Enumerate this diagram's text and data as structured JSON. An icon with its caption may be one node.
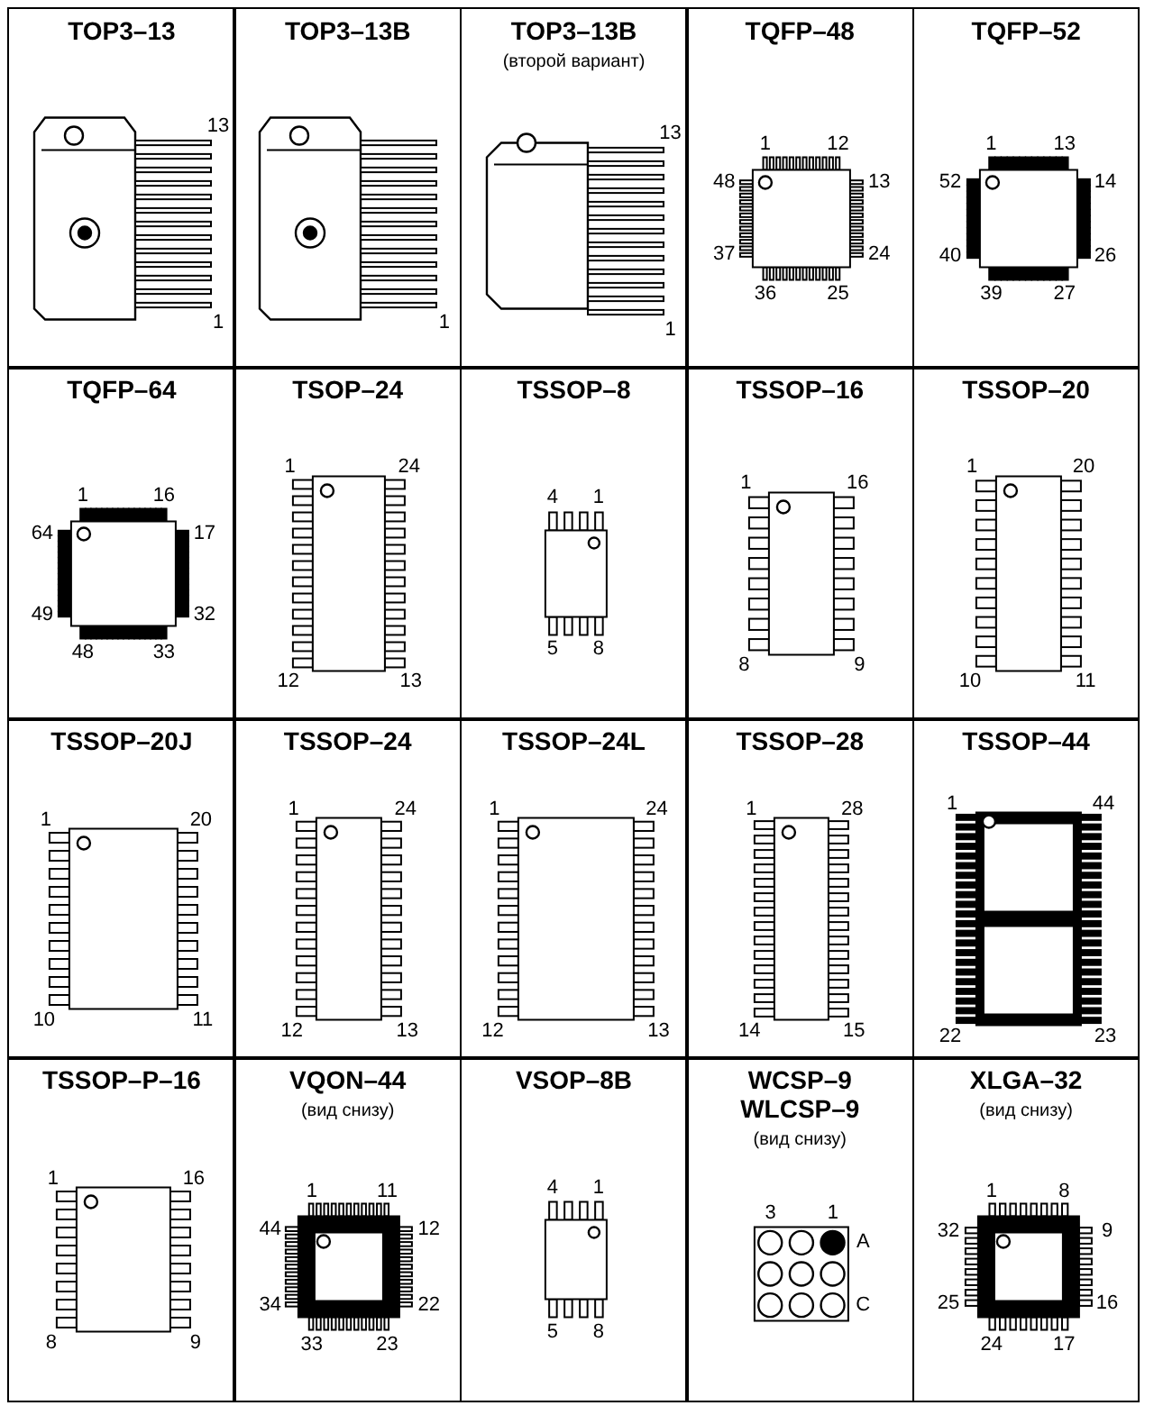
{
  "diagram": {
    "nodes": [
      {
        "text": [
          "TOP3–13"
        ]
      },
      {
        "text": [
          "TOP3–13B"
        ]
      },
      {
        "text": [
          "TOP3–13B",
          "(второй вариант)"
        ]
      },
      {
        "text": [
          "TQFP–48"
        ]
      },
      {
        "text": [
          "TQFP–52"
        ]
      },
      {
        "text": [
          "TQFP–64"
        ]
      },
      {
        "text": [
          "TSOP–24"
        ]
      },
      {
        "text": [
          "TSSOP–8"
        ]
      },
      {
        "text": [
          "TSSOP–16"
        ]
      },
      {
        "text": [
          "TSSOP–20"
        ]
      },
      {
        "text": [
          "TSSOP–20J"
        ]
      },
      {
        "text": [
          "TSSOP–24"
        ]
      },
      {
        "text": [
          "TSSOP–24L"
        ]
      },
      {
        "text": [
          "TSSOP–28"
        ]
      },
      {
        "text": [
          "TSSOP–44"
        ]
      },
      {
        "text": [
          "TSSOP–P–16"
        ]
      },
      {
        "text": [
          "VQON–44",
          "(вид снизу)"
        ]
      },
      {
        "text": [
          "VSOP–8B"
        ]
      },
      {
        "text": [
          "WCSP–9",
          "WLCSP–9",
          "(вид снизу)"
        ]
      },
      {
        "text": [
          "XLGA–32",
          "(вид снизу)"
        ]
      }
    ],
    "labels": [
      "13",
      "1",
      "1",
      "13",
      "1",
      "1",
      "12",
      "48",
      "13",
      "37",
      "24",
      "36",
      "25",
      "1",
      "13",
      "52",
      "14",
      "40",
      "26",
      "39",
      "27",
      "1",
      "16",
      "64",
      "17",
      "49",
      "32",
      "48",
      "33",
      "1",
      "24",
      "12",
      "13",
      "4",
      "1",
      "5",
      "8",
      "1",
      "16",
      "8",
      "9",
      "1",
      "20",
      "10",
      "11",
      "1",
      "20",
      "10",
      "11",
      "1",
      "24",
      "12",
      "13",
      "1",
      "24",
      "12",
      "13",
      "1",
      "28",
      "14",
      "15",
      "1",
      "44",
      "22",
      "23",
      "1",
      "16",
      "8",
      "9",
      "1",
      "11",
      "44",
      "12",
      "34",
      "22",
      "33",
      "23",
      "4",
      "1",
      "5",
      "8",
      "3",
      "1",
      "A",
      "C",
      "1",
      "8",
      "32",
      "9",
      "25",
      "16",
      "24",
      "17"
    ]
  }
}
